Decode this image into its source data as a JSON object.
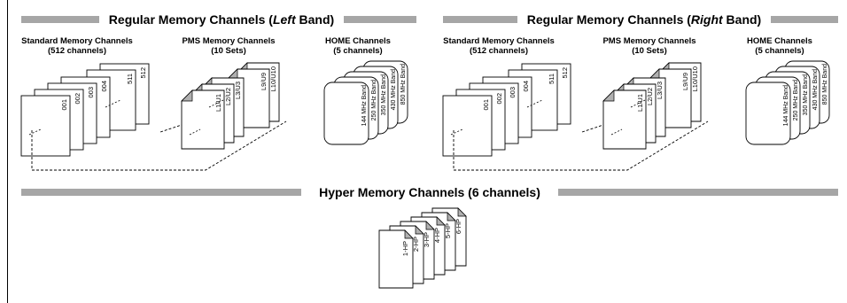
{
  "left_band": {
    "title_prefix": "Regular Memory Channels (",
    "title_emph": "Left",
    "title_suffix": " Band)",
    "standard": {
      "title_line1": "Standard Memory Channels",
      "title_line2": "(512 channels)",
      "cards": [
        "001",
        "002",
        "003",
        "004",
        "511",
        "512"
      ]
    },
    "pms": {
      "title_line1": "PMS Memory Channels",
      "title_line2": "(10 Sets)",
      "cards": [
        "L1/U1",
        "L2/U2",
        "L3/U3",
        "L9/U9",
        "L10/U10"
      ]
    },
    "home": {
      "title_line1": "HOME Channels",
      "title_line2": "(5 channels)",
      "cards": [
        "144 MHz Band",
        "250 MHz Band",
        "350 MHz Band",
        "430 MHz Band",
        "850 MHz Band"
      ]
    }
  },
  "right_band": {
    "title_prefix": "Regular Memory Channels (",
    "title_emph": "Right",
    "title_suffix": " Band)",
    "standard": {
      "title_line1": "Standard Memory Channels",
      "title_line2": "(512 channels)",
      "cards": [
        "001",
        "002",
        "003",
        "004",
        "511",
        "512"
      ]
    },
    "pms": {
      "title_line1": "PMS Memory Channels",
      "title_line2": "(10 Sets)",
      "cards": [
        "L1/U1",
        "L2/U2",
        "L3/U3",
        "L9/U9",
        "L10/U10"
      ]
    },
    "home": {
      "title_line1": "HOME Channels",
      "title_line2": "(5 channels)",
      "cards": [
        "144 MHz Band",
        "250 MHz Band",
        "350 MHz Band",
        "430 MHz Band",
        "850 MHz Band"
      ]
    }
  },
  "hyper": {
    "title": "Hyper Memory Channels (6 channels)",
    "cards": [
      "1-HP",
      "2-HP",
      "3-HP",
      "4-HP",
      "5-HP",
      "6-HP"
    ]
  },
  "colors": {
    "bar": "#a6a6a6",
    "stroke": "#000000",
    "card_fill": "#ffffff",
    "fold_fill": "#b0b0b0"
  }
}
